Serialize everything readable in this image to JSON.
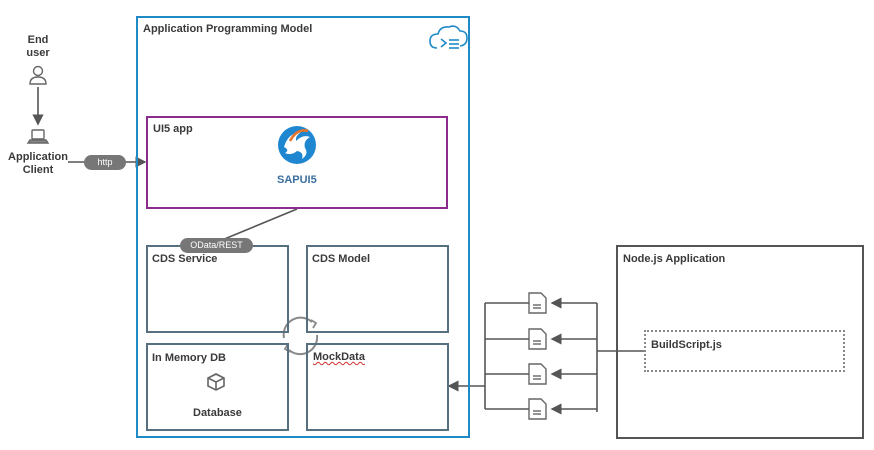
{
  "end_user_label": "End\nuser",
  "client_label": "Application\nClient",
  "http_label": "http",
  "apm_title": "Application Programming Model",
  "ui5_box_label": "UI5 app",
  "sapui5_label": "SAPUI5",
  "odata_label": "OData/REST",
  "cds_service_label": "CDS Service",
  "cds_model_label": "CDS Model",
  "in_memory_db_label": "In Memory DB",
  "database_label": "Database",
  "mockdata_label": "MockData",
  "node_app_label": "Node.js Application",
  "build_script_label": "BuildScript.js",
  "colors": {
    "apm_border": "#1f8ac5",
    "ui5_border": "#8b2b8c",
    "cds_border": "#56707f",
    "node_border": "#555555",
    "pill_bg": "#777777"
  }
}
